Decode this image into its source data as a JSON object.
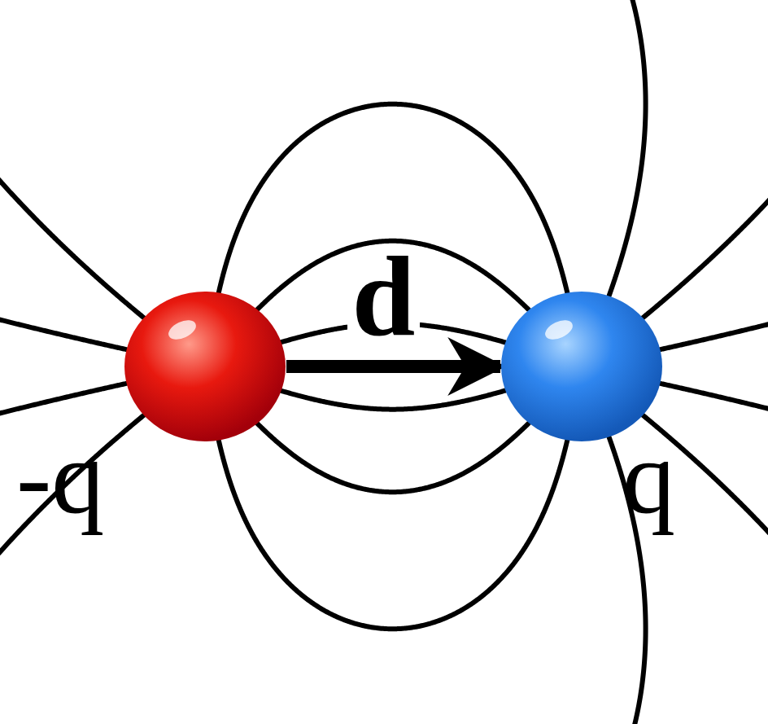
{
  "diagram": {
    "nodes": [
      {
        "text": [
          "-q"
        ]
      },
      {
        "text": [
          "q"
        ]
      }
    ],
    "edges": [
      {
        "from": 0,
        "to": 1,
        "label": "d",
        "arrow": "to"
      }
    ]
  }
}
